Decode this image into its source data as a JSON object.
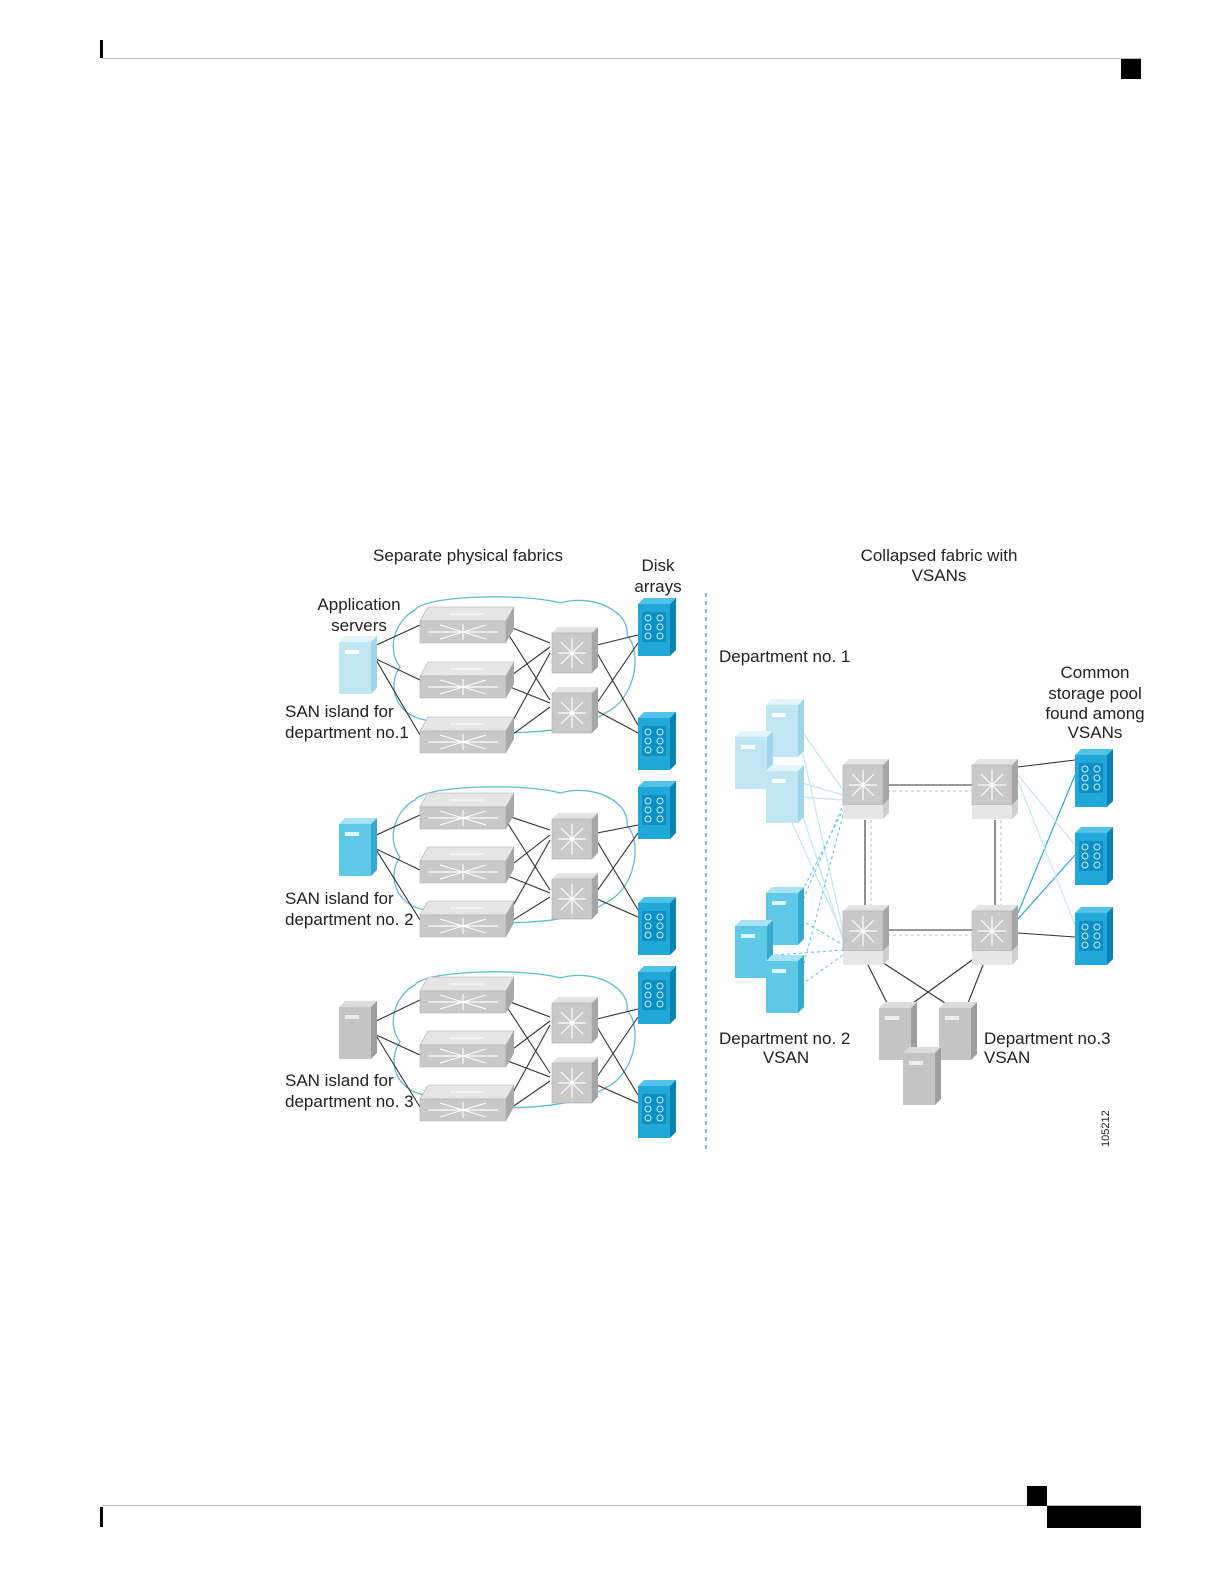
{
  "figure": {
    "left_title": "Separate physical fabrics",
    "disk_label": [
      "Disk",
      "arrays"
    ],
    "app_servers_label": [
      "Application",
      "servers"
    ],
    "island1_label": [
      "SAN island for",
      "department no.1"
    ],
    "island2_label": [
      "SAN island for",
      "department no. 2"
    ],
    "island3_label": [
      "SAN island for",
      "department no. 3"
    ],
    "right_title": [
      "Collapsed fabric with",
      "VSANs"
    ],
    "dept1_label": "Department no. 1",
    "pool_label": [
      "Common",
      "storage pool",
      "found among",
      "VSANs"
    ],
    "dept2_label": [
      "Department no. 2",
      "VSAN"
    ],
    "dept3_label": [
      "Department no.3",
      "VSAN"
    ],
    "figure_id": "105212"
  },
  "colors": {
    "light_blue": "#bfe6f2",
    "mid_blue": "#5ec8e6",
    "cyan": "#1fa8d8",
    "gray": "#c9c9c9",
    "dark_gray": "#9a9a9a",
    "line": "#333333",
    "cloud": "#5fbcd3"
  },
  "icons": [
    "server-icon",
    "switch-icon",
    "director-icon",
    "disk-array-icon"
  ]
}
